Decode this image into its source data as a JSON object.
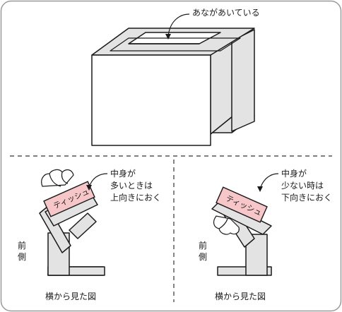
{
  "top": {
    "hole_label": "あながあいている"
  },
  "left": {
    "card_label": "ティッシュ",
    "note_lines": [
      "中身が",
      "多いときは",
      "上向きにおく"
    ],
    "front_chars": [
      "前",
      "側"
    ],
    "caption": "横から見た図"
  },
  "right": {
    "card_label": "ティッシュ",
    "note_lines": [
      "中身が",
      "少ない時は",
      "下向きにおく"
    ],
    "front_chars": [
      "前",
      "側"
    ],
    "caption": "横から見た図"
  },
  "colors": {
    "line": "#1a1a1a",
    "shelf": "#e3e3e3",
    "card": "#f7c6c9",
    "frame": "#999999"
  }
}
